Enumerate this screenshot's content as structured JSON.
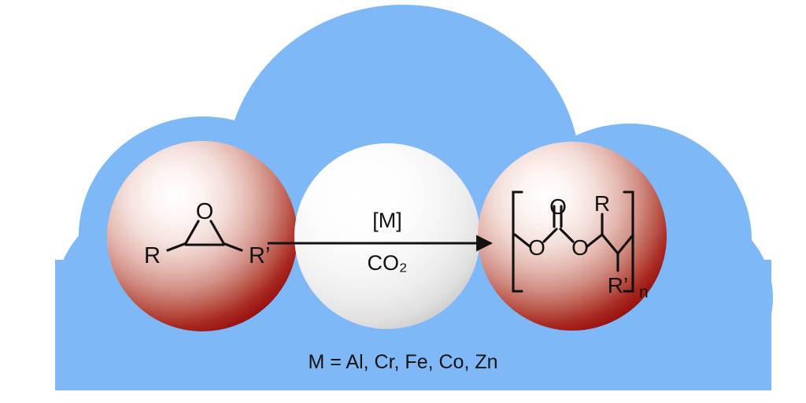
{
  "figure": {
    "type": "chemical-reaction-scheme",
    "title": "Epoxide + CO2 copolymerization to polycarbonate",
    "background_color": "#ffffff",
    "cloud_color": "#7FB8F7"
  },
  "colors": {
    "cloud": "#7FB8F7",
    "red_sphere_core": "#ffffff",
    "red_sphere_mid": "#e8a79f",
    "red_sphere_edge": "#9b1411",
    "red_sphere_rim": "#7d0f0d",
    "white_sphere_core": "#ffffff",
    "white_sphere_edge": "#c9c9c9",
    "white_sphere_rim": "#b5b5b5",
    "ink": "#111111"
  },
  "reactant": {
    "name": "epoxide",
    "atom_label_O": "O",
    "substituent_left": "R",
    "substituent_right": "R’"
  },
  "arrow": {
    "label_above": "[M]",
    "label_below": "CO₂",
    "direction": "right"
  },
  "product": {
    "name": "polycarbonate",
    "bracket_open": "[",
    "bracket_close": "]",
    "carbonyl_O": "O",
    "ester_O_left": "O",
    "ester_O_right": "O",
    "substituent_top": "R",
    "substituent_bottom": "R’",
    "repeat_subscript": "n"
  },
  "caption": {
    "text": "M = Al, Cr, Fe, Co, Zn"
  }
}
